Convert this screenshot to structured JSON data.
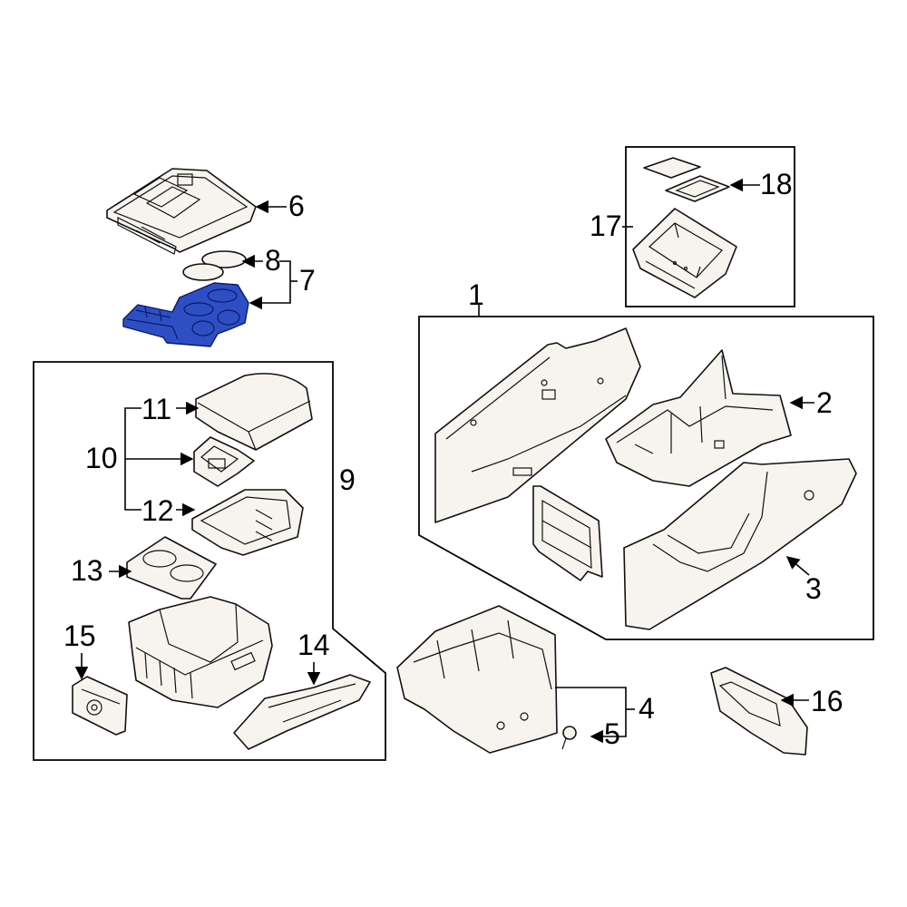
{
  "diagram": {
    "highlight_color": "#2e4fc4",
    "highlighted_part": "7",
    "labels": {
      "l1": "1",
      "l2": "2",
      "l3": "3",
      "l4": "4",
      "l5": "5",
      "l6": "6",
      "l7": "7",
      "l8": "8",
      "l9": "9",
      "l10": "10",
      "l11": "11",
      "l12": "12",
      "l13": "13",
      "l14": "14",
      "l15": "15",
      "l16": "16",
      "l17": "17",
      "l18": "18"
    }
  }
}
